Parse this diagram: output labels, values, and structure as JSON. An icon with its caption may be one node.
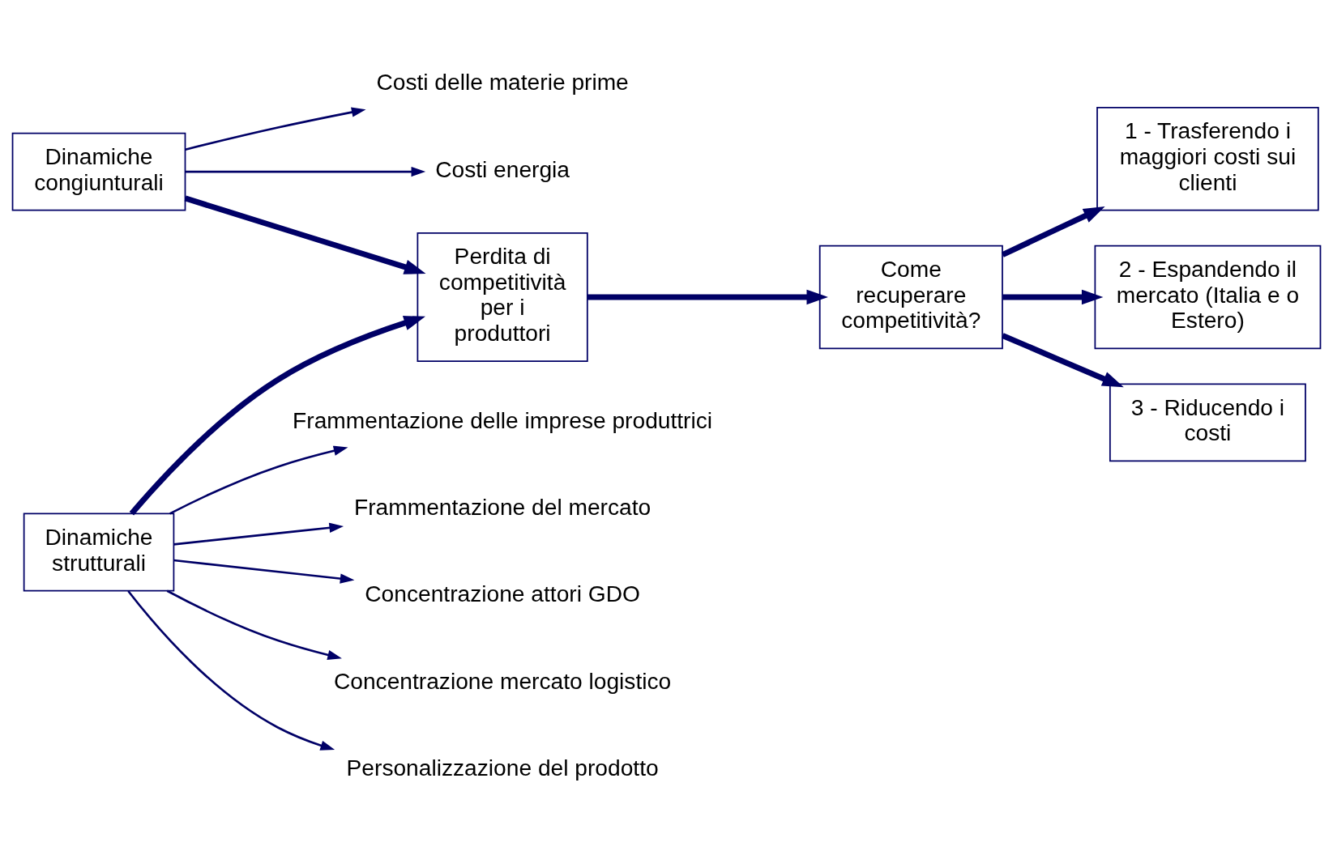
{
  "diagram": {
    "nodes": [
      {
        "text": [
          "Dinamiche congiunturali"
        ]
      },
      {
        "text": [
          "Costi delle materie prime"
        ]
      },
      {
        "text": [
          "Costi energia"
        ]
      },
      {
        "text": [
          "Dinamiche strutturali"
        ]
      },
      {
        "text": [
          "Perdita di competitività per i produttori"
        ]
      },
      {
        "text": [
          "Come recuperare competitività?"
        ]
      },
      {
        "text": [
          "1 - Trasferendo i maggiori costi sui clienti"
        ]
      },
      {
        "text": [
          "2 - Espandendo il mercato (Italia e o Estero)"
        ]
      },
      {
        "text": [
          "3 - Riducendo i costi"
        ]
      },
      {
        "text": [
          "Frammentazione delle imprese produttrici"
        ]
      },
      {
        "text": [
          "Frammentazione del mercato"
        ]
      },
      {
        "text": [
          "Concentrazione attori GDO"
        ]
      },
      {
        "text": [
          "Concentrazione mercato logistico"
        ]
      },
      {
        "text": [
          "Personalizzazione del prodotto"
        ]
      }
    ],
    "edges": [
      {
        "from": 0,
        "to": 1,
        "arrow": "to"
      },
      {
        "from": 0,
        "to": 2,
        "arrow": "to"
      },
      {
        "from": 0,
        "to": 4,
        "arrow": "to",
        "style": "thick"
      },
      {
        "from": 3,
        "to": 4,
        "arrow": "to",
        "style": "thick"
      },
      {
        "from": 4,
        "to": 5,
        "arrow": "to",
        "style": "thick"
      },
      {
        "from": 5,
        "to": 6,
        "arrow": "to",
        "style": "thick"
      },
      {
        "from": 5,
        "to": 7,
        "arrow": "to",
        "style": "thick"
      },
      {
        "from": 5,
        "to": 8,
        "arrow": "to",
        "style": "thick"
      },
      {
        "from": 3,
        "to": 9,
        "arrow": "to"
      },
      {
        "from": 3,
        "to": 10,
        "arrow": "to"
      },
      {
        "from": 3,
        "to": 11,
        "arrow": "to"
      },
      {
        "from": 3,
        "to": 12,
        "arrow": "to"
      },
      {
        "from": 3,
        "to": 13,
        "arrow": "to"
      }
    ]
  }
}
